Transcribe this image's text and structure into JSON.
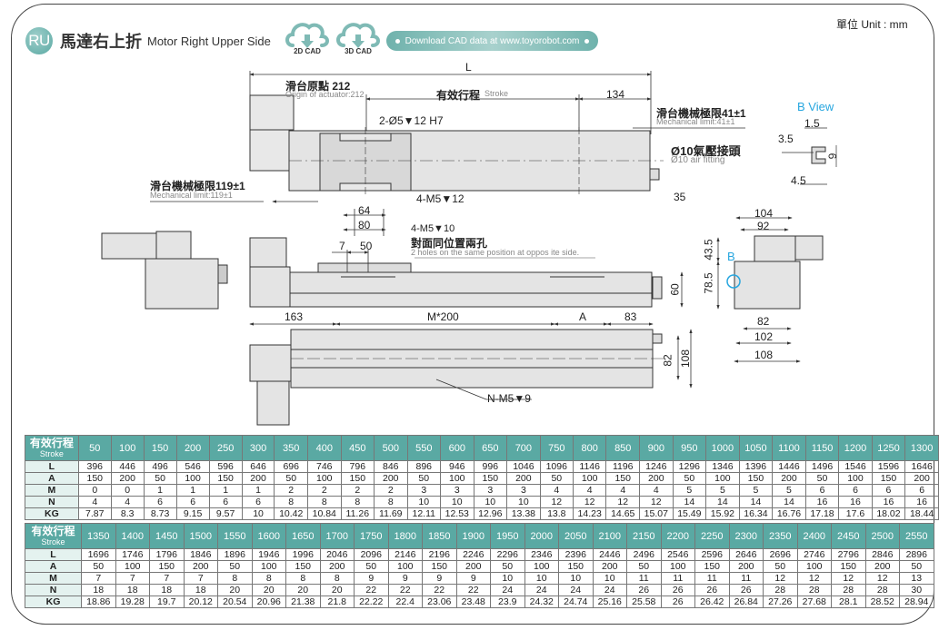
{
  "header": {
    "badge": "RU",
    "title_zh": "馬達右上折",
    "title_en": "Motor Right Upper Side",
    "cad_2d": "2D CAD",
    "cad_3d": "3D CAD",
    "download": "Download CAD data at www.toyorobot.com",
    "unit": "單位 Unit : mm",
    "colors": {
      "accent": "#5aa9a3",
      "accent_light": "#e4f2ef",
      "b_view": "#27a6df"
    }
  },
  "drawing": {
    "L": "L",
    "origin_zh": "滑台原點 212",
    "origin_en": "Origin of actuator:212",
    "stroke_zh": "有效行程",
    "stroke_en": "Stroke",
    "dim_134": "134",
    "mech_limit_right_zh": "滑台機械極限41±1",
    "mech_limit_right_en": "Mechanical limit:41±1",
    "hole_2": "2-Ø5▼12 H7",
    "air_fitting_zh": "Ø10氣壓接頭",
    "air_fitting_en": "Ø10 air fitting",
    "mech_limit_left_zh": "滑台機械極限119±1",
    "mech_limit_left_en": "Mechanical limit:119±1",
    "hole_4_m5_12": "4-M5▼12",
    "dim_35": "35",
    "dim_64": "64",
    "dim_80": "80",
    "hole_4_m5_10": "4-M5▼10",
    "opposite_zh": "對面同位置兩孔",
    "opposite_en": "2 holes on the same position at oppos ite side.",
    "dim_7": "7",
    "dim_50": "50",
    "dim_60": "60",
    "dim_163": "163",
    "dim_m200": "M*200",
    "dim_A": "A",
    "dim_83": "83",
    "dim_82_side": "82",
    "dim_108_side": "108",
    "hole_n": "N-M5▼9",
    "end_view": {
      "d104": "104",
      "d92": "92",
      "d43_5": "43.5",
      "B": "B",
      "d78_5": "78.5",
      "d82": "82",
      "d102": "102",
      "d108": "108"
    },
    "b_view": {
      "title": "B View",
      "d1_5": "1.5",
      "d3_5": "3.5",
      "d6": "6",
      "d4_5": "4.5"
    }
  },
  "spec_table": {
    "row_header_zh": "有效行程",
    "row_header_en": "Stroke",
    "row_labels": [
      "L",
      "A",
      "M",
      "N",
      "KG"
    ],
    "part1": {
      "stroke": [
        "50",
        "100",
        "150",
        "200",
        "250",
        "300",
        "350",
        "400",
        "450",
        "500",
        "550",
        "600",
        "650",
        "700",
        "750",
        "800",
        "850",
        "900",
        "950",
        "1000",
        "1050",
        "1100",
        "1150",
        "1200",
        "1250",
        "1300"
      ],
      "L": [
        "396",
        "446",
        "496",
        "546",
        "596",
        "646",
        "696",
        "746",
        "796",
        "846",
        "896",
        "946",
        "996",
        "1046",
        "1096",
        "1146",
        "1196",
        "1246",
        "1296",
        "1346",
        "1396",
        "1446",
        "1496",
        "1546",
        "1596",
        "1646"
      ],
      "A": [
        "150",
        "200",
        "50",
        "100",
        "150",
        "200",
        "50",
        "100",
        "150",
        "200",
        "50",
        "100",
        "150",
        "200",
        "50",
        "100",
        "150",
        "200",
        "50",
        "100",
        "150",
        "200",
        "50",
        "100",
        "150",
        "200"
      ],
      "M": [
        "0",
        "0",
        "1",
        "1",
        "1",
        "1",
        "2",
        "2",
        "2",
        "2",
        "3",
        "3",
        "3",
        "3",
        "4",
        "4",
        "4",
        "4",
        "5",
        "5",
        "5",
        "5",
        "6",
        "6",
        "6",
        "6"
      ],
      "N": [
        "4",
        "4",
        "6",
        "6",
        "6",
        "6",
        "8",
        "8",
        "8",
        "8",
        "10",
        "10",
        "10",
        "10",
        "12",
        "12",
        "12",
        "12",
        "14",
        "14",
        "14",
        "14",
        "16",
        "16",
        "16",
        "16"
      ],
      "KG": [
        "7.87",
        "8.3",
        "8.73",
        "9.15",
        "9.57",
        "10",
        "10.42",
        "10.84",
        "11.26",
        "11.69",
        "12.11",
        "12.53",
        "12.96",
        "13.38",
        "13.8",
        "14.23",
        "14.65",
        "15.07",
        "15.49",
        "15.92",
        "16.34",
        "16.76",
        "17.18",
        "17.6",
        "18.02",
        "18.44"
      ]
    },
    "part2": {
      "stroke": [
        "1350",
        "1400",
        "1450",
        "1500",
        "1550",
        "1600",
        "1650",
        "1700",
        "1750",
        "1800",
        "1850",
        "1900",
        "1950",
        "2000",
        "2050",
        "2100",
        "2150",
        "2200",
        "2250",
        "2300",
        "2350",
        "2400",
        "2450",
        "2500",
        "2550"
      ],
      "L": [
        "1696",
        "1746",
        "1796",
        "1846",
        "1896",
        "1946",
        "1996",
        "2046",
        "2096",
        "2146",
        "2196",
        "2246",
        "2296",
        "2346",
        "2396",
        "2446",
        "2496",
        "2546",
        "2596",
        "2646",
        "2696",
        "2746",
        "2796",
        "2846",
        "2896"
      ],
      "A": [
        "50",
        "100",
        "150",
        "200",
        "50",
        "100",
        "150",
        "200",
        "50",
        "100",
        "150",
        "200",
        "50",
        "100",
        "150",
        "200",
        "50",
        "100",
        "150",
        "200",
        "50",
        "100",
        "150",
        "200",
        "50"
      ],
      "M": [
        "7",
        "7",
        "7",
        "7",
        "8",
        "8",
        "8",
        "8",
        "9",
        "9",
        "9",
        "9",
        "10",
        "10",
        "10",
        "10",
        "11",
        "11",
        "11",
        "11",
        "12",
        "12",
        "12",
        "12",
        "13"
      ],
      "N": [
        "18",
        "18",
        "18",
        "18",
        "20",
        "20",
        "20",
        "20",
        "22",
        "22",
        "22",
        "22",
        "24",
        "24",
        "24",
        "24",
        "26",
        "26",
        "26",
        "26",
        "28",
        "28",
        "28",
        "28",
        "30"
      ],
      "KG": [
        "18.86",
        "19.28",
        "19.7",
        "20.12",
        "20.54",
        "20.96",
        "21.38",
        "21.8",
        "22.22",
        "22.4",
        "23.06",
        "23.48",
        "23.9",
        "24.32",
        "24.74",
        "25.16",
        "25.58",
        "26",
        "26.42",
        "26.84",
        "27.26",
        "27.68",
        "28.1",
        "28.52",
        "28.94"
      ]
    }
  }
}
